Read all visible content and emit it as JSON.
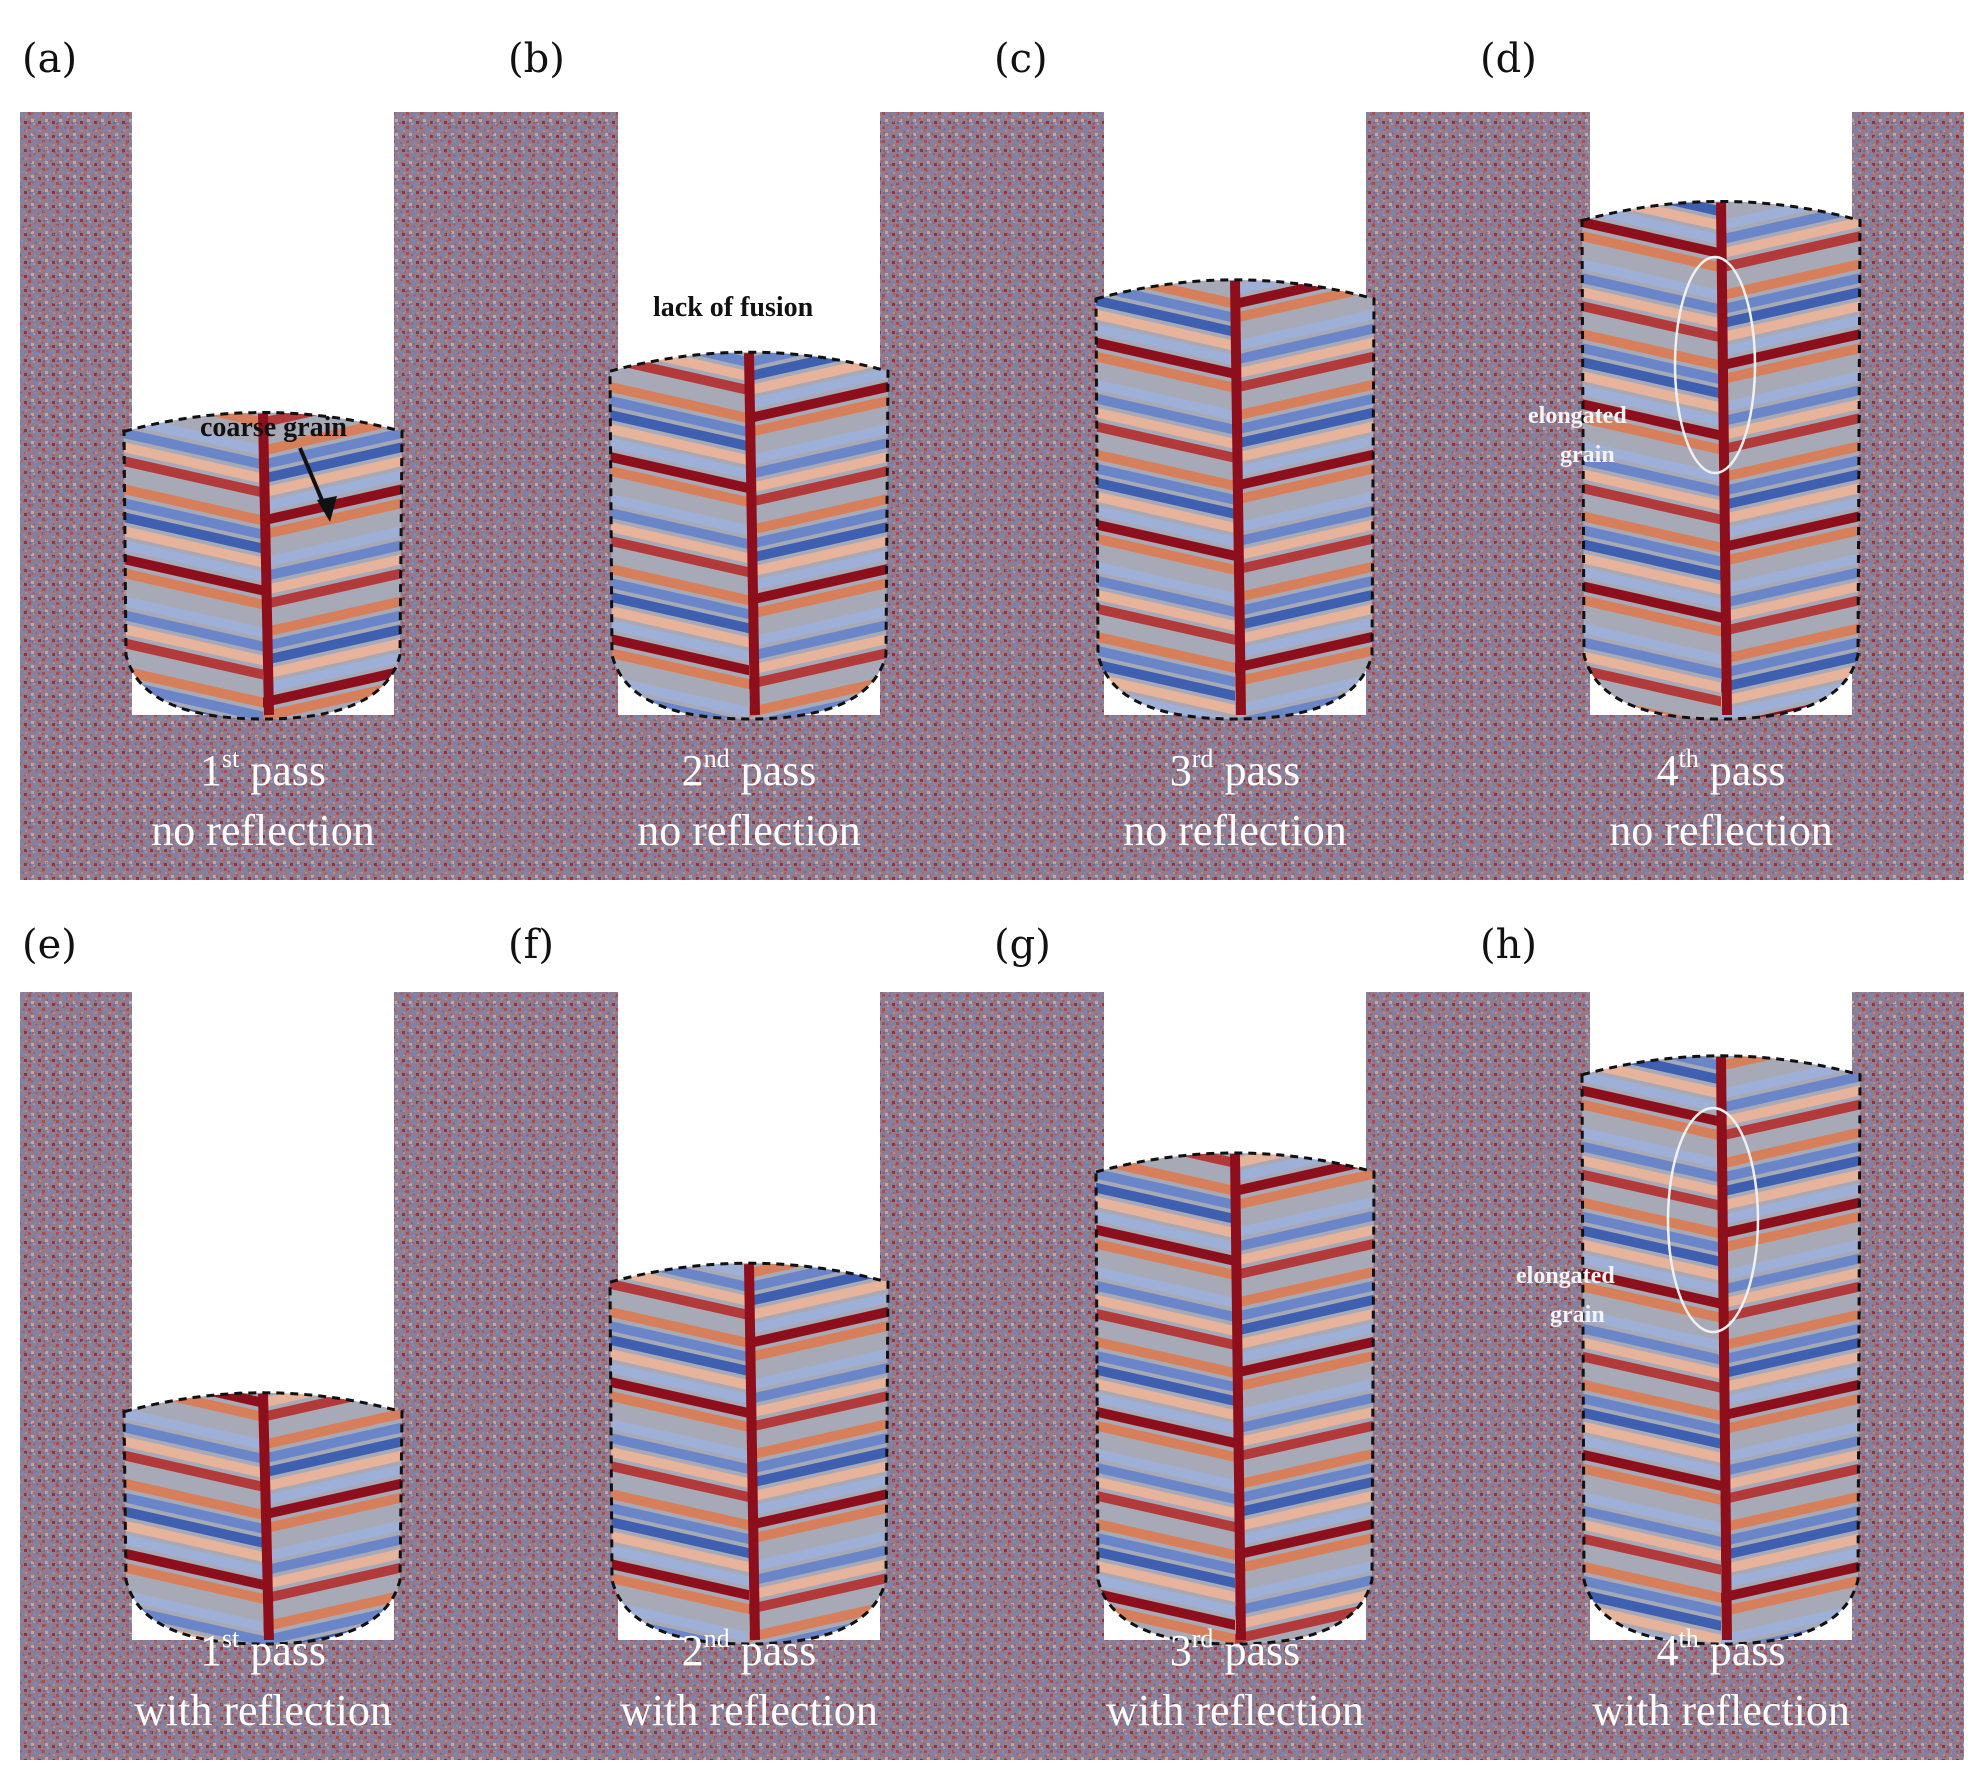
{
  "colors": {
    "base_metal": "#8f7c8e",
    "grain_red": "#b23a3a",
    "grain_darkred": "#8e0f1c",
    "grain_orange": "#d77e5a",
    "grain_peach": "#e8b39b",
    "grain_grey": "#a7aab6",
    "grain_lightblue": "#9fb0d8",
    "grain_blue": "#6b86c8",
    "grain_darkblue": "#3f5fb0",
    "void": "#ffffff",
    "fusion_line": "#111111"
  },
  "panels": [
    {
      "letter": "(a)",
      "ordinal": "1",
      "sup": "st",
      "word": "pass",
      "mode": "no reflection"
    },
    {
      "letter": "(b)",
      "ordinal": "2",
      "sup": "nd",
      "word": "pass",
      "mode": "no reflection"
    },
    {
      "letter": "(c)",
      "ordinal": "3",
      "sup": "rd",
      "word": "pass",
      "mode": "no reflection"
    },
    {
      "letter": "(d)",
      "ordinal": "4",
      "sup": "th",
      "word": "pass",
      "mode": "no reflection"
    },
    {
      "letter": "(e)",
      "ordinal": "1",
      "sup": "st",
      "word": "pass",
      "mode": "with reflection"
    },
    {
      "letter": "(f)",
      "ordinal": "2",
      "sup": "nd",
      "word": "pass",
      "mode": "with reflection"
    },
    {
      "letter": "(g)",
      "ordinal": "3",
      "sup": "rd",
      "word": "pass",
      "mode": "with reflection"
    },
    {
      "letter": "(h)",
      "ordinal": "4",
      "sup": "th",
      "word": "pass",
      "mode": "with reflection"
    }
  ],
  "annotations": {
    "coarse_grain": "coarse grain",
    "lack_of_fusion": "lack of fusion",
    "elongated_top": "elongated",
    "elongated_bottom": "grain"
  }
}
